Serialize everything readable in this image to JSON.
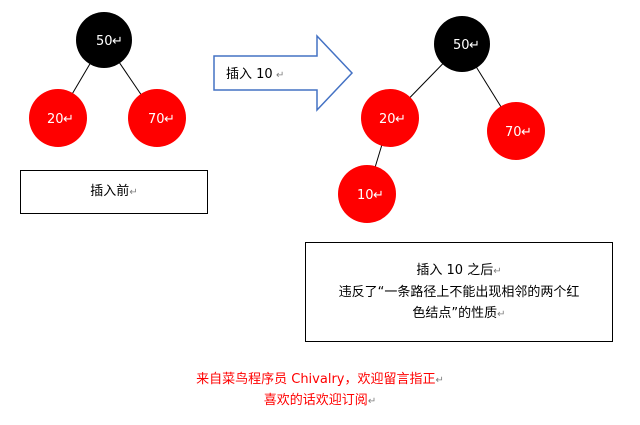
{
  "colors": {
    "black_node": "#000000",
    "red_node": "#ff0000",
    "credit_text": "#ff0000",
    "arrow_stroke": "#4472c4"
  },
  "before_tree": {
    "root": "50",
    "left": "20",
    "right": "70"
  },
  "after_tree": {
    "root": "50",
    "left": "20",
    "right": "70",
    "left_left": "10"
  },
  "arrow_label": "插入 10",
  "before_label": "插入前",
  "after_box": {
    "line1": "插入 10 之后",
    "line2": "违反了“一条路径上不能出现相邻的两个红",
    "line3": "色结点”的性质"
  },
  "credit": {
    "line1": "来自菜鸟程序员 Chivalry，欢迎留言指正",
    "line2": "喜欢的话欢迎订阅"
  },
  "paragraph_mark": "↵"
}
